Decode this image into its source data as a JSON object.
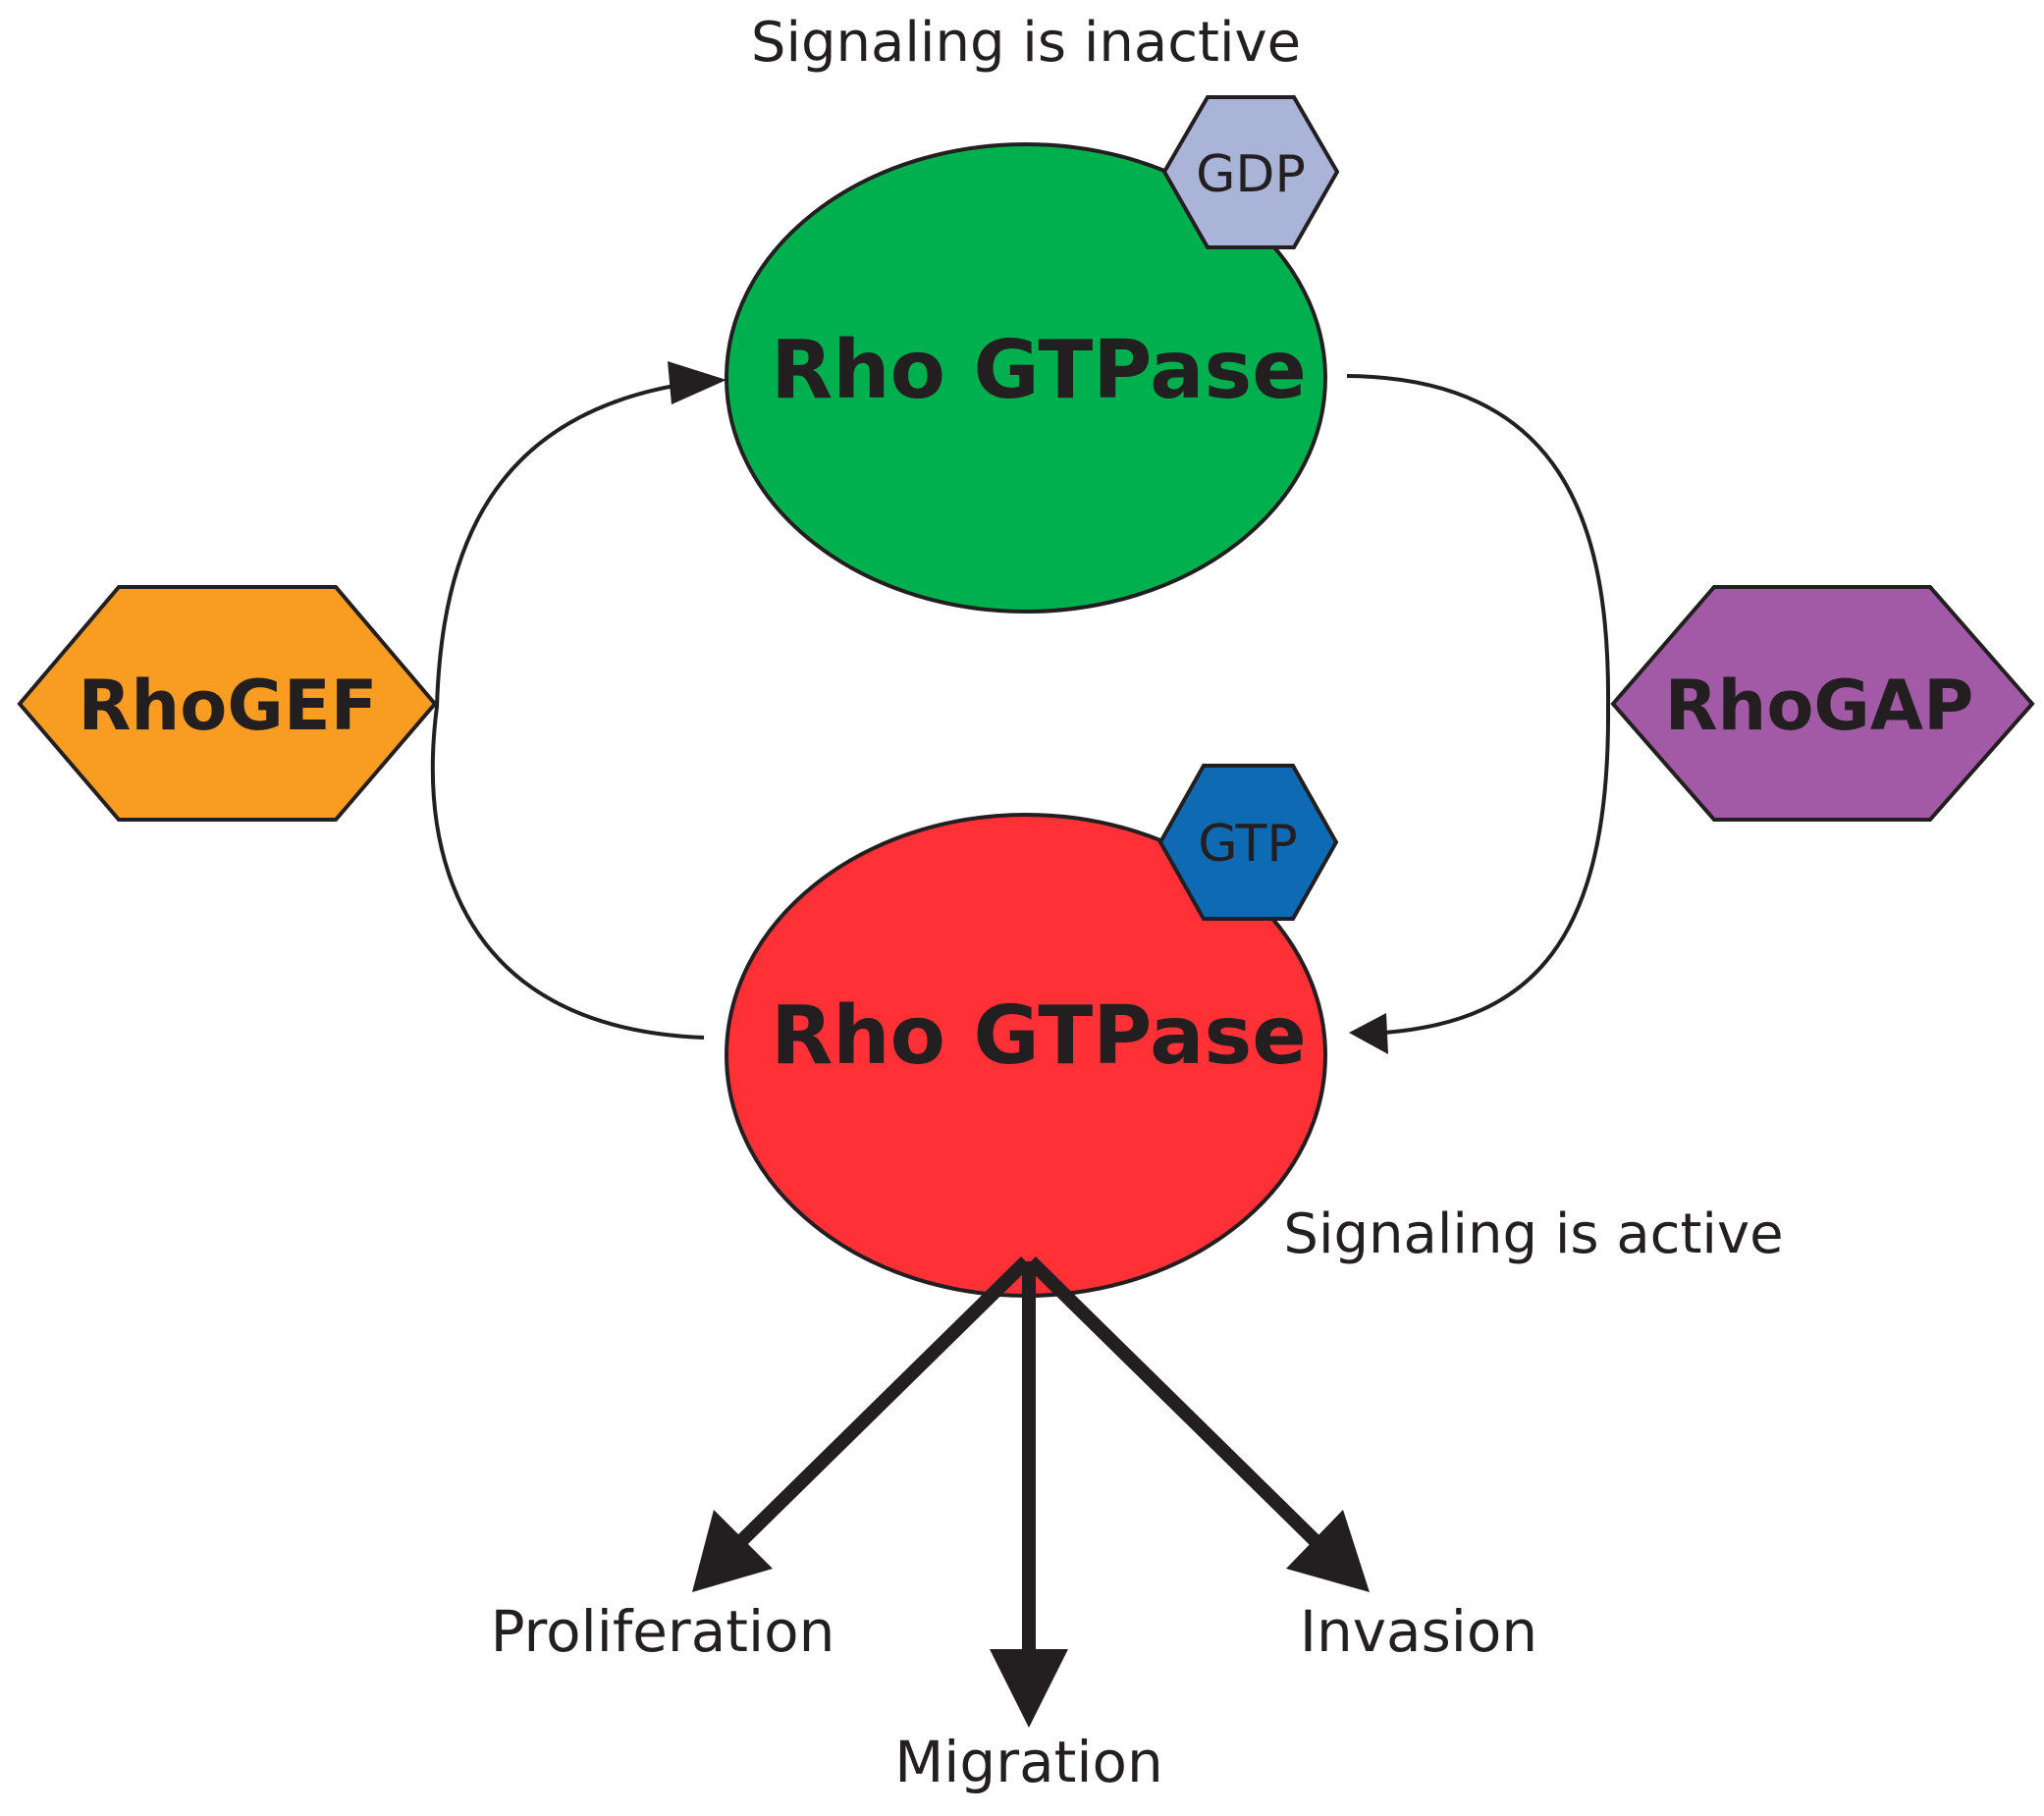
{
  "title": "Signaling is inactive",
  "inactive": {
    "label": "Rho GTPase",
    "color": "#00b04f",
    "nucleotide": {
      "label": "GDP",
      "color": "#aab4d9"
    }
  },
  "active": {
    "label": "Rho GTPase",
    "color": "#ff3036",
    "nucleotide": {
      "label": "GTP",
      "color": "#0f6ab4"
    },
    "status": "Signaling is active"
  },
  "gef": {
    "label": "RhoGEF",
    "color": "#f89c22"
  },
  "gap": {
    "label": "RhoGAP",
    "color": "#a25aa6"
  },
  "outputs": {
    "proliferation": "Proliferation",
    "migration": "Migration",
    "invasion": "Invasion"
  },
  "colors": {
    "outline": "#231f20",
    "background": "#ffffff"
  }
}
